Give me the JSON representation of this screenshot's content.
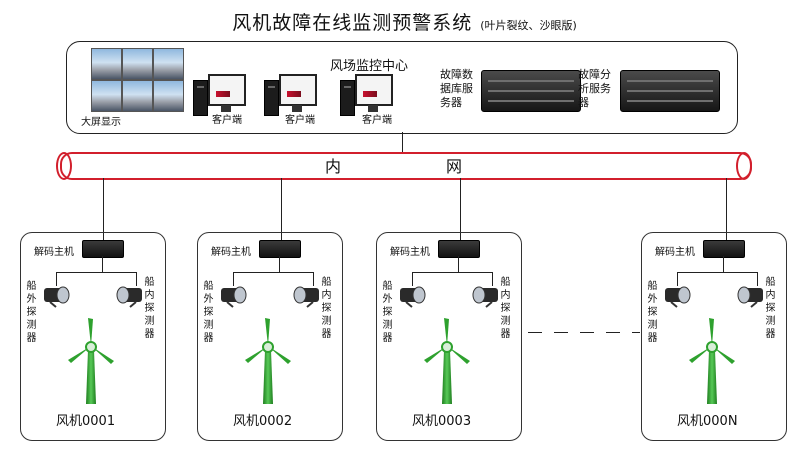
{
  "title": "风机故障在线监测预警系统",
  "subtitle": "(叶片裂纹、沙眼版)",
  "center": {
    "label": "风场监控中心",
    "wall_label": "大屏显示",
    "clients": [
      "客户端",
      "客户端",
      "客户端"
    ],
    "servers": [
      {
        "label": "故障数据库服务器"
      },
      {
        "label": "故障分析服务器"
      }
    ]
  },
  "network": {
    "chars": [
      "内",
      "网"
    ]
  },
  "units": [
    {
      "decoder": "解码主机",
      "outer": "船外探测器",
      "inner": "船内探测器",
      "name": "风机0001"
    },
    {
      "decoder": "解码主机",
      "outer": "船外探测器",
      "inner": "船内探测器",
      "name": "风机0002"
    },
    {
      "decoder": "解码主机",
      "outer": "船外探测器",
      "inner": "船内探测器",
      "name": "风机0003"
    },
    {
      "decoder": "解码主机",
      "outer": "船外探测器",
      "inner": "船内探测器",
      "name": "风机000N"
    }
  ],
  "colors": {
    "pipe": "#d21f2c",
    "turbine": "#2ea12e"
  }
}
